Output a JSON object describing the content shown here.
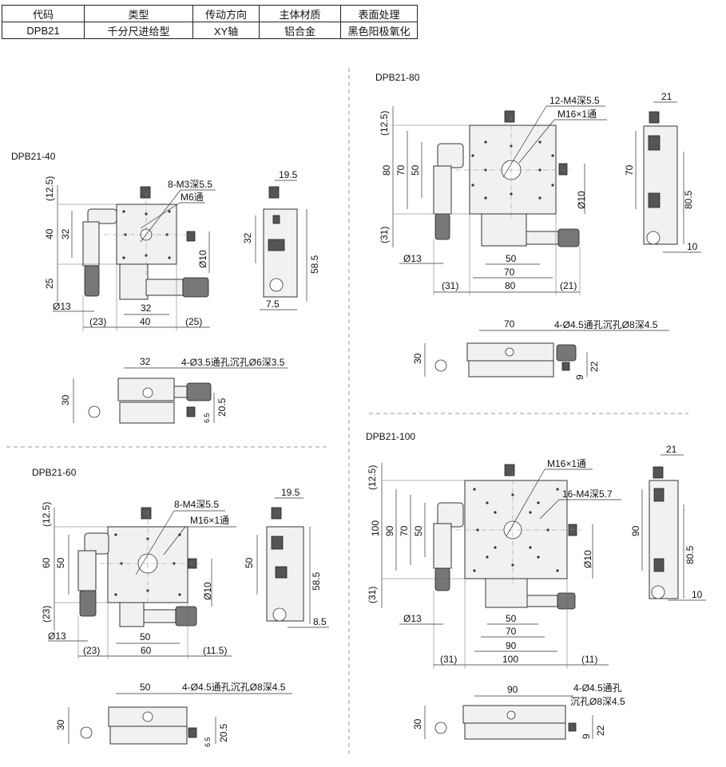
{
  "spec_table": {
    "headers": [
      "代码",
      "类型",
      "传动方向",
      "主体材质",
      "表面处理"
    ],
    "row": [
      "DPB21",
      "千分尺进给型",
      "XY轴",
      "铝合金",
      "黑色阳极氧化"
    ]
  },
  "views": {
    "dpb21_40": {
      "title": "DPB21-40",
      "note_tap": "8-M3深5.5",
      "note_center": "M6通",
      "dim_12_5": "(12.5)",
      "dim_40v": "40",
      "dim_32v": "32",
      "dim_25v": "25",
      "dim_d10": "Ø10",
      "dim_d13": "Ø13",
      "dim_32h": "32",
      "dim_23": "(23)",
      "dim_40h": "40",
      "dim_25": "(25)",
      "side_19_5": "19.5",
      "side_32": "32",
      "side_58_5": "58.5",
      "side_7_5": "7.5",
      "front_32": "32",
      "front_note": "4-Ø3.5通孔沉孔Ø6深3.5",
      "front_30": "30",
      "front_20_5": "20.5",
      "front_6_5": "6.5"
    },
    "dpb21_60": {
      "title": "DPB21-60",
      "note_tap": "8-M4深5.5",
      "note_center": "M16×1通",
      "dim_12_5": "(12.5)",
      "dim_60v": "60",
      "dim_50v": "50",
      "dim_23v": "(23)",
      "dim_d10": "Ø10",
      "dim_d13": "Ø13",
      "dim_50h": "50",
      "dim_23": "(23)",
      "dim_60h": "60",
      "dim_11_5": "(11.5)",
      "side_19_5": "19.5",
      "side_50": "50",
      "side_58_5": "58.5",
      "side_8_5": "8.5",
      "front_50": "50",
      "front_note": "4-Ø4.5通孔沉孔Ø8深4.5",
      "front_30": "30",
      "front_20_5": "20.5",
      "front_6_5": "6.5"
    },
    "dpb21_80": {
      "title": "DPB21-80",
      "note_tap": "12-M4深5.5",
      "note_center": "M16×1通",
      "dim_12_5": "(12.5)",
      "dim_80v": "80",
      "dim_70v": "70",
      "dim_50v": "50",
      "dim_31v": "(31)",
      "dim_d10": "Ø10",
      "dim_d13": "Ø13",
      "dim_50h": "50",
      "dim_70h": "70",
      "dim_31": "(31)",
      "dim_80h": "80",
      "dim_21": "(21)",
      "side_21": "21",
      "side_70": "70",
      "side_80_5": "80.5",
      "side_10": "10",
      "front_70": "70",
      "front_note": "4-Ø4.5通孔沉孔Ø8深4.5",
      "front_30": "30",
      "front_22": "22",
      "front_9": "9"
    },
    "dpb21_100": {
      "title": "DPB21-100",
      "note_center": "M16×1通",
      "note_tap": "16-M4深5.7",
      "dim_12_5": "(12.5)",
      "dim_100v": "100",
      "dim_90v": "90",
      "dim_70v": "70",
      "dim_50v": "50",
      "dim_31v": "(31)",
      "dim_d10": "Ø10",
      "dim_d13": "Ø13",
      "dim_50h": "50",
      "dim_70h": "70",
      "dim_90h": "90",
      "dim_31": "(31)",
      "dim_100h": "100",
      "dim_11": "(11)",
      "side_21": "21",
      "side_90": "90",
      "side_80_5": "80.5",
      "side_10": "10",
      "front_90": "90",
      "front_note1": "4-Ø4.5通孔",
      "front_note2": "沉孔Ø8深4.5",
      "front_30": "30",
      "front_22": "22",
      "front_9": "9"
    }
  }
}
